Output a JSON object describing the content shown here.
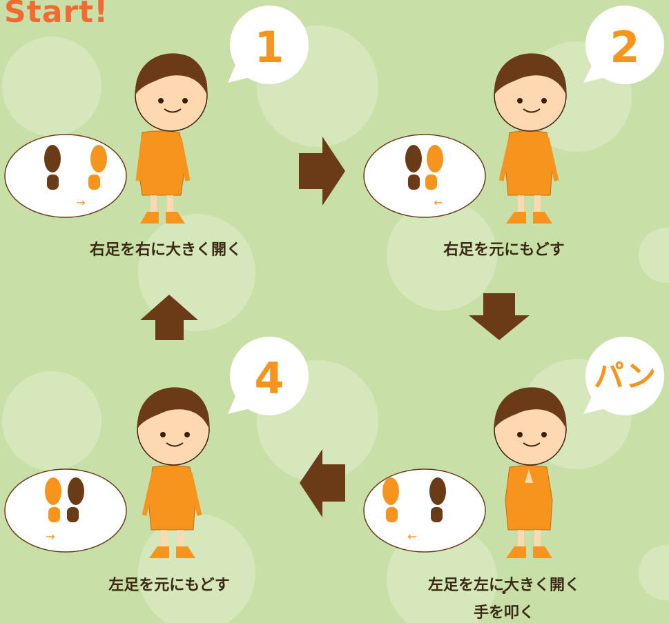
{
  "title": "Start!",
  "steps": [
    {
      "badge": "1",
      "caption": "右足を右に大きく開く",
      "arrow": "→"
    },
    {
      "badge": "2",
      "caption": "右足を元にもどす",
      "arrow": "←"
    },
    {
      "badge": "パン",
      "caption_line1": "左足を左に大きく開く",
      "caption_dot": "•",
      "caption_line2": "手を叩く",
      "arrow": "←"
    },
    {
      "badge": "4",
      "caption": "左足を元にもどす",
      "arrow": "→"
    }
  ],
  "colors": {
    "background": "#c8e0a8",
    "circle": "#d6e8bb",
    "orange": "#f7941d",
    "brown": "#6b3a16",
    "arrow": "#6b3a16",
    "skin": "#fdd8b0",
    "title": "#f26a30"
  }
}
